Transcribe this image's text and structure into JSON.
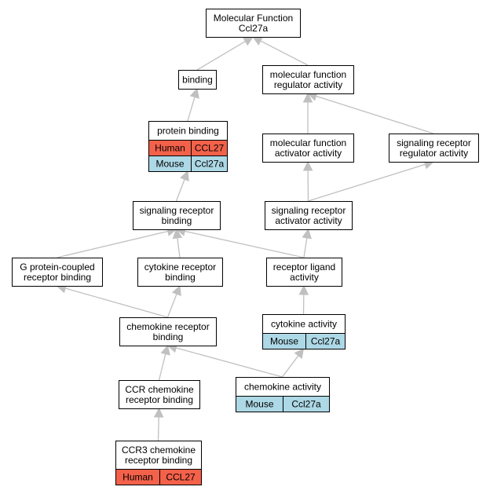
{
  "graph": {
    "nodes": [
      {
        "id": "root",
        "lines": [
          "Molecular Function",
          "Ccl27a"
        ]
      },
      {
        "id": "binding",
        "lines": [
          "binding"
        ]
      },
      {
        "id": "mfra",
        "lines": [
          "molecular function",
          "regulator activity"
        ]
      },
      {
        "id": "pb",
        "lines": [
          "protein binding"
        ],
        "rows": [
          {
            "species": "Human",
            "gene": "CCL27",
            "species_key": "human"
          },
          {
            "species": "Mouse",
            "gene": "Ccl27a",
            "species_key": "mouse"
          }
        ]
      },
      {
        "id": "mfaa",
        "lines": [
          "molecular function",
          "activator activity"
        ]
      },
      {
        "id": "srra",
        "lines": [
          "signaling receptor",
          "regulator activity"
        ]
      },
      {
        "id": "srb",
        "lines": [
          "signaling receptor",
          "binding"
        ]
      },
      {
        "id": "sraa",
        "lines": [
          "signaling receptor",
          "activator activity"
        ]
      },
      {
        "id": "gpcr",
        "lines": [
          "G protein-coupled",
          "receptor binding"
        ]
      },
      {
        "id": "crb",
        "lines": [
          "cytokine receptor",
          "binding"
        ]
      },
      {
        "id": "rla",
        "lines": [
          "receptor ligand",
          "activity"
        ]
      },
      {
        "id": "chrb",
        "lines": [
          "chemokine receptor",
          "binding"
        ]
      },
      {
        "id": "ca",
        "lines": [
          "cytokine activity"
        ],
        "rows": [
          {
            "species": "Mouse",
            "gene": "Ccl27a",
            "species_key": "mouse"
          }
        ]
      },
      {
        "id": "ccr",
        "lines": [
          "CCR chemokine",
          "receptor binding"
        ]
      },
      {
        "id": "cha",
        "lines": [
          "chemokine activity"
        ],
        "rows": [
          {
            "species": "Mouse",
            "gene": "Ccl27a",
            "species_key": "mouse"
          }
        ]
      },
      {
        "id": "ccr3",
        "lines": [
          "CCR3 chemokine",
          "receptor binding"
        ],
        "rows": [
          {
            "species": "Human",
            "gene": "CCL27",
            "species_key": "human"
          }
        ]
      }
    ],
    "edges": [
      {
        "from": "binding",
        "to": "root"
      },
      {
        "from": "mfra",
        "to": "root"
      },
      {
        "from": "pb",
        "to": "binding"
      },
      {
        "from": "mfaa",
        "to": "mfra"
      },
      {
        "from": "srra",
        "to": "mfra"
      },
      {
        "from": "srb",
        "to": "pb"
      },
      {
        "from": "sraa",
        "to": "mfaa"
      },
      {
        "from": "sraa",
        "to": "srra"
      },
      {
        "from": "gpcr",
        "to": "srb"
      },
      {
        "from": "crb",
        "to": "srb"
      },
      {
        "from": "rla",
        "to": "srb"
      },
      {
        "from": "rla",
        "to": "sraa"
      },
      {
        "from": "chrb",
        "to": "gpcr"
      },
      {
        "from": "chrb",
        "to": "crb"
      },
      {
        "from": "ca",
        "to": "rla"
      },
      {
        "from": "ccr",
        "to": "chrb"
      },
      {
        "from": "cha",
        "to": "chrb"
      },
      {
        "from": "cha",
        "to": "ca"
      },
      {
        "from": "ccr3",
        "to": "ccr"
      }
    ]
  },
  "colors": {
    "human": "#f4614a",
    "mouse": "#add8e6",
    "edge": "#c0c0c0",
    "border": "#000000"
  }
}
